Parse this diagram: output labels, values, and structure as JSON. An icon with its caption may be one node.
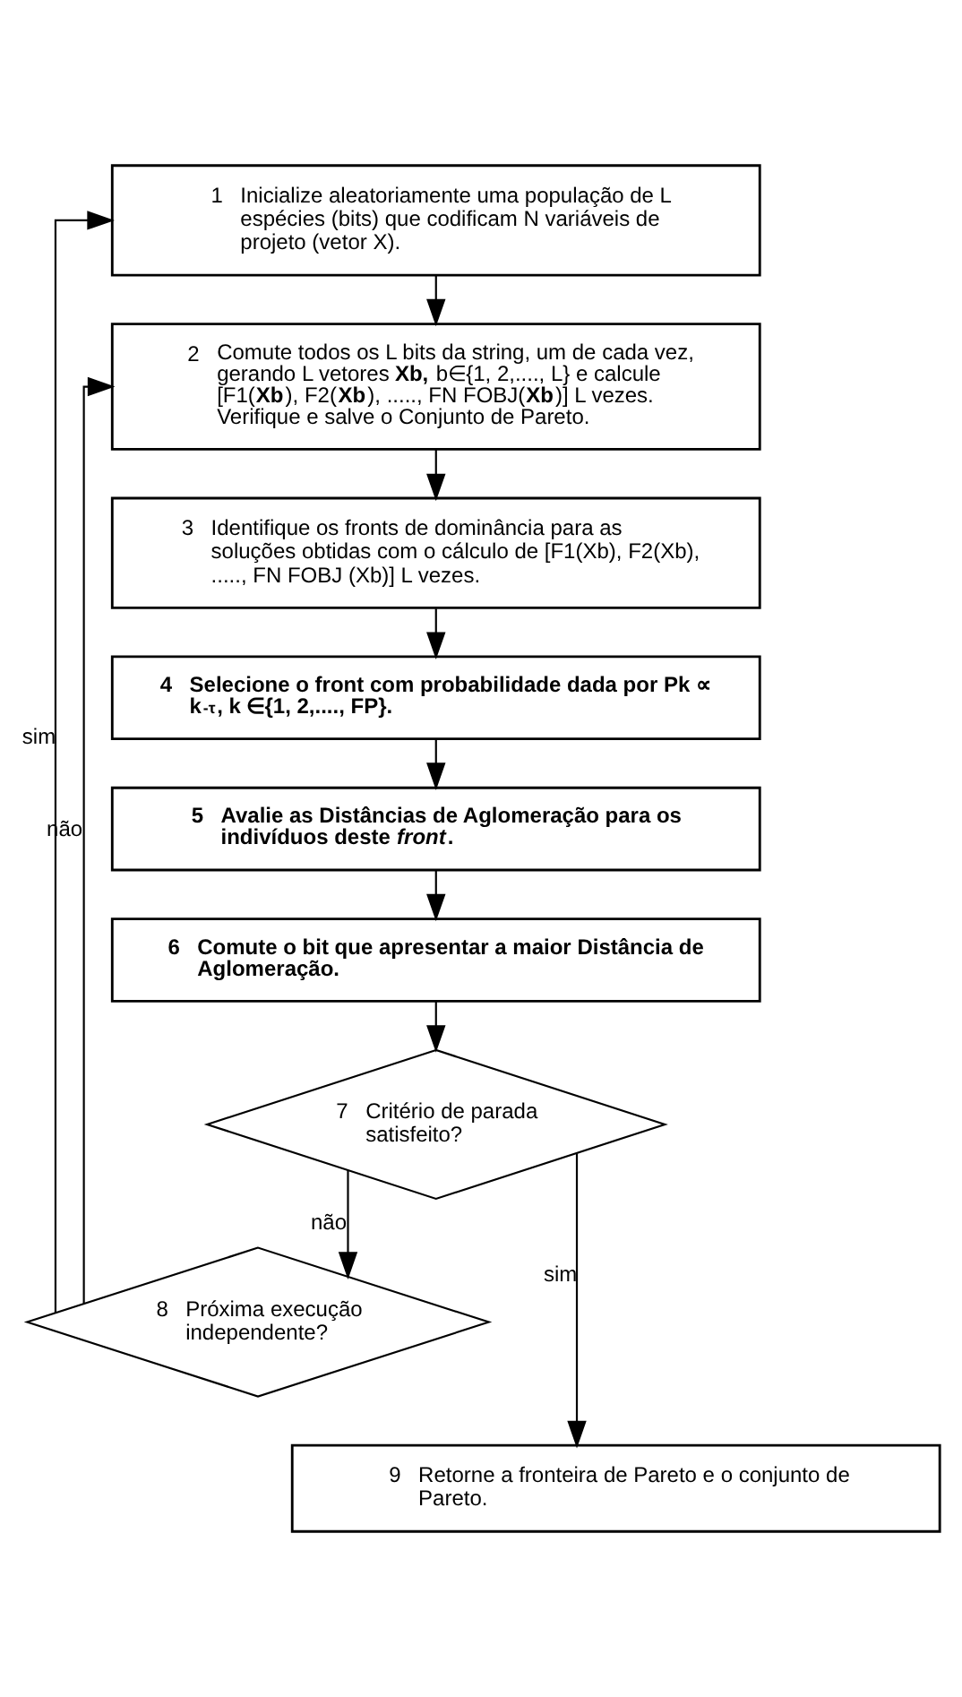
{
  "diagram": {
    "nodes": [
      {
        "text": [
          "1",
          "Inicialize aleatoriamente uma população de L espécies (bits) que codificam N variáveis de projeto (vetor X)."
        ]
      },
      {
        "text": [
          "2",
          "Comute todos os L bits da string, um de cada vez, gerando L vetores **Xb,** b∈{1, 2,...., L} e calcule [F1(**Xb**), F2(**Xb**), ....., FN FOBJ(**Xb**)] L vezes. Verifique e salve o Conjunto de Pareto."
        ]
      },
      {
        "text": [
          "3",
          "Identifique os fronts de dominância para as soluções obtidas com o cálculo de [F1(Xb), F2(Xb), ....., FN FOBJ (Xb)] L vezes."
        ]
      },
      {
        "text": [
          "4",
          "Selecione o front com probabilidade dada por Pk ∝ k$^{-τ}$, k ∈{1, 2,...., FP}."
        ]
      },
      {
        "text": [
          "5",
          "Avalie as Distâncias de Aglomeração para os indivíduos deste *front*."
        ]
      },
      {
        "text": [
          "6",
          "Comute o bit que apresentar a maior Distância de Aglomeração."
        ]
      },
      {
        "text": [
          "7",
          "Critério de parada satisfeito?"
        ]
      },
      {
        "text": [
          "8",
          "Próxima execução independente?"
        ]
      },
      {
        "text": [
          "9",
          "Retorne a fronteira de Pareto e o conjunto de Pareto."
        ]
      }
    ],
    "edges": [
      {
        "from": 0,
        "to": 1,
        "arrow": "to"
      },
      {
        "from": 1,
        "to": 2,
        "arrow": "to"
      },
      {
        "from": 2,
        "to": 3,
        "arrow": "to"
      },
      {
        "from": 3,
        "to": 4,
        "arrow": "to"
      },
      {
        "from": 4,
        "to": 5,
        "arrow": "to"
      },
      {
        "from": 5,
        "to": 6,
        "arrow": "to"
      },
      {
        "from": 6,
        "to": 8,
        "arrow": "to",
        "label": "sim"
      },
      {
        "from": 6,
        "to": 7,
        "arrow": "to",
        "label": "não"
      },
      {
        "from": 7,
        "to": 1,
        "arrow": "to",
        "label": "não"
      },
      {
        "from": 7,
        "to": 0,
        "arrow": "to",
        "label": "sim"
      }
    ]
  }
}
